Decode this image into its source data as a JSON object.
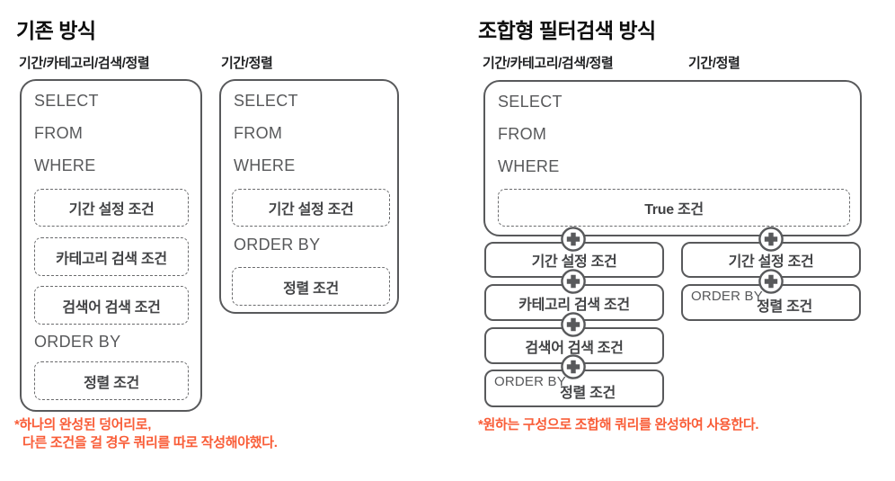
{
  "titles": {
    "left": "기존 방식",
    "right": "조합형 필터검색 방식"
  },
  "labels": {
    "full": "기간/카테고리/검색/정렬",
    "short": "기간/정렬"
  },
  "keywords": {
    "select": "SELECT",
    "from": "FROM",
    "where": "WHERE",
    "order_by": "ORDER BY"
  },
  "conditions": {
    "true_cond": "True 조건",
    "period": "기간 설정 조건",
    "category": "카테고리 검색 조건",
    "keyword": "검색어 검색 조건",
    "sort": "정렬 조건"
  },
  "notes": {
    "left_line1": "*하나의 완성된 덩어리로,",
    "left_line2": "다른 조건을 걸 경우 쿼리를 따로 작성해야했다.",
    "right": "*원하는 구성으로 조합해 쿼리를 완성하여 사용한다."
  },
  "colors": {
    "border_gray": "#58595b",
    "text_gray": "#57585a",
    "condition_text": "#424345",
    "note_orange": "#f95d38",
    "title_black": "#0d0d0d",
    "background": "#ffffff"
  }
}
